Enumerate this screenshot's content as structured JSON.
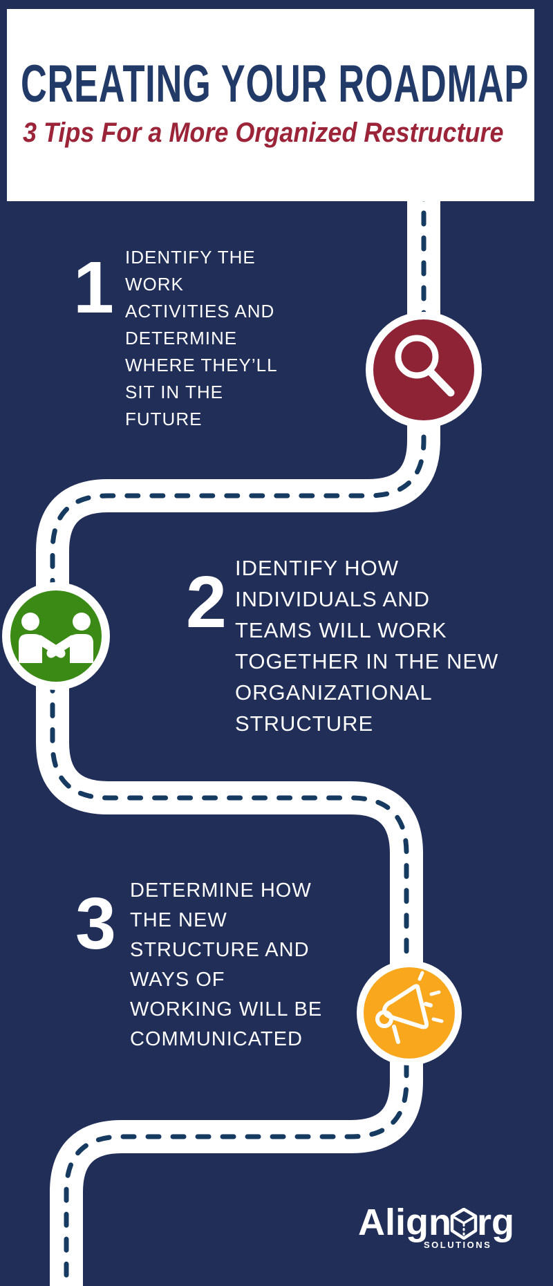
{
  "colors": {
    "background": "#212e58",
    "road_surface": "#ffffff",
    "road_dash": "#173a61",
    "header_bg": "#ffffff",
    "title": "#223a68",
    "subtitle": "#9c2438",
    "tip_text": "#ffffff",
    "badge_red": "#8e2336",
    "badge_green": "#3a8a15",
    "badge_yellow": "#f9a71c"
  },
  "header": {
    "title": "CREATING YOUR ROADMAP",
    "subtitle": "3 Tips For a More Organized Restructure"
  },
  "tips": [
    {
      "number": "1",
      "icon": "magnifier-icon",
      "lines": [
        "IDENTIFY THE",
        "WORK",
        "ACTIVITIES AND",
        "DETERMINE",
        "WHERE THEY’LL",
        "SIT IN THE",
        "FUTURE"
      ]
    },
    {
      "number": "2",
      "icon": "handshake-icon",
      "lines": [
        "IDENTIFY HOW",
        "INDIVIDUALS AND",
        "TEAMS WILL WORK",
        "TOGETHER IN THE NEW",
        "ORGANIZATIONAL",
        "STRUCTURE"
      ]
    },
    {
      "number": "3",
      "icon": "megaphone-icon",
      "lines": [
        "DETERMINE HOW",
        "THE NEW",
        "STRUCTURE AND",
        "WAYS OF",
        "WORKING WILL BE",
        "COMMUNICATED"
      ]
    }
  ],
  "logo": {
    "name_part1": "Align",
    "name_part2": "rg",
    "cube_icon": "cube-outline-icon",
    "tagline": "SOLUTIONS"
  }
}
